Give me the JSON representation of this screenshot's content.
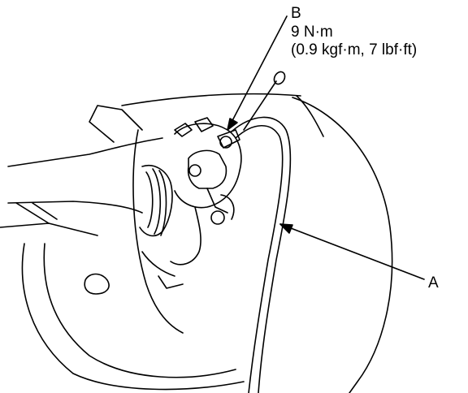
{
  "diagram": {
    "callouts": {
      "b": {
        "letter": "B",
        "torque": "9 N·m",
        "torque_alt": "(0.9 kgf·m, 7 lbf·ft)"
      },
      "a": {
        "letter": "A"
      }
    },
    "colors": {
      "line": "#000000",
      "background": "#ffffff"
    }
  }
}
